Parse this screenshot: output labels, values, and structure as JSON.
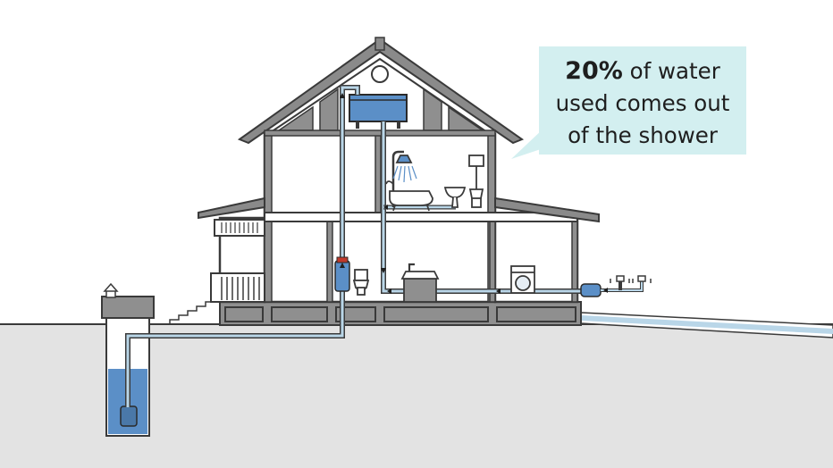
{
  "callout": {
    "percent": "20%",
    "line1_rest": " of water",
    "line2": "used comes out",
    "line3": "of the shower"
  },
  "colors": {
    "background": "#ffffff",
    "ground": "#e3e3e3",
    "outline": "#3a3a3a",
    "wall_fill": "#ffffff",
    "wall_dark": "#8f8f8f",
    "roof": "#8a8a8a",
    "water_blue": "#5b8fc7",
    "pipe_light": "#b9d6e8",
    "callout_bg": "#d3eff0",
    "text": "#1e1e1e"
  }
}
